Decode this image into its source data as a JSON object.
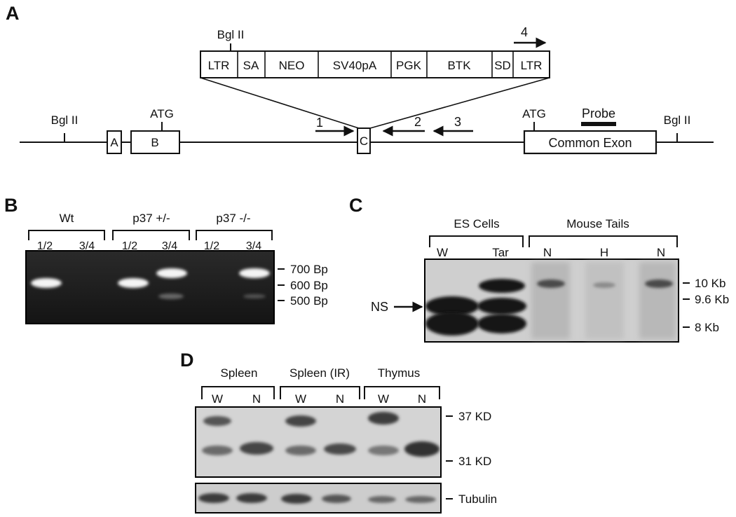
{
  "panels": {
    "a": "A",
    "b": "B",
    "c": "C",
    "d": "D"
  },
  "panel_a": {
    "insert_site": "Bgl II",
    "insert_segments": [
      "LTR",
      "SA",
      "NEO",
      "SV40pA",
      "PGK",
      "BTK",
      "SD",
      "LTR"
    ],
    "primer_4": "4",
    "left_site": "Bgl II",
    "atg_left": "ATG",
    "exon_a": "A",
    "exon_b": "B",
    "exon_c": "C",
    "primer_1": "1",
    "primer_2": "2",
    "primer_3": "3",
    "atg_right": "ATG",
    "probe": "Probe",
    "common_exon": "Common Exon",
    "right_site": "Bgl II"
  },
  "panel_b": {
    "groups": [
      "Wt",
      "p37 +/-",
      "p37 -/-"
    ],
    "lanes": [
      "1/2",
      "3/4",
      "1/2",
      "3/4",
      "1/2",
      "3/4"
    ],
    "markers": [
      "700 Bp",
      "600 Bp",
      "500 Bp"
    ]
  },
  "panel_c": {
    "groups": [
      "ES Cells",
      "Mouse Tails"
    ],
    "lanes": [
      "W",
      "Tar",
      "N",
      "H",
      "N"
    ],
    "ns_label": "NS",
    "markers": [
      "10 Kb",
      "9.6 Kb",
      "8 Kb"
    ]
  },
  "panel_d": {
    "groups": [
      "Spleen",
      "Spleen (IR)",
      "Thymus"
    ],
    "lanes": [
      "W",
      "N",
      "W",
      "N",
      "W",
      "N"
    ],
    "markers": [
      "37 KD",
      "31 KD"
    ],
    "loading_control": "Tubulin"
  }
}
